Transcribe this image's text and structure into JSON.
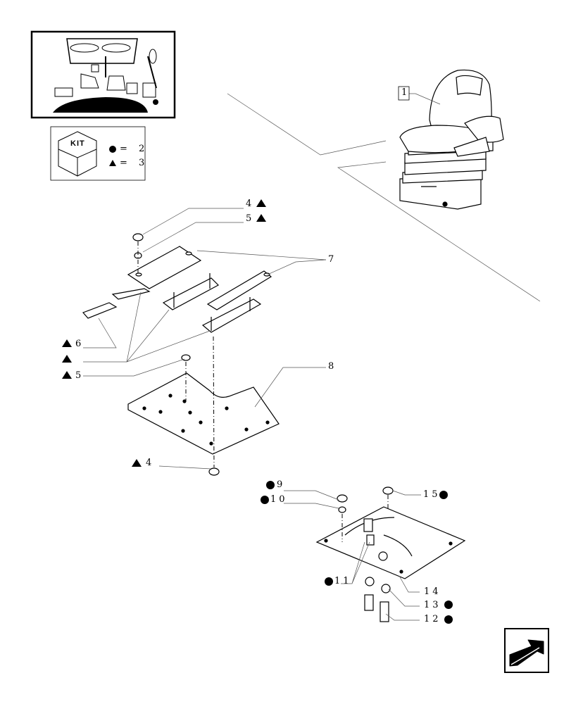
{
  "legend": {
    "kit_label": "KIT",
    "circle_qty": "= 2",
    "triangle_qty": "= 3"
  },
  "callouts": {
    "c1": "1",
    "c4_top": "4",
    "c5_top": "5",
    "c7": "7",
    "c6": "6",
    "c5_left": "5",
    "c8": "8",
    "c4_bottom": "4",
    "c9": "9",
    "c10": "10",
    "c15": "15",
    "c11": "11",
    "c14": "14",
    "c13": "13",
    "c12": "12"
  },
  "symbols": {
    "circle": "filled-circle",
    "triangle": "filled-triangle"
  },
  "colors": {
    "ink": "#000000",
    "leader": "#555555"
  }
}
